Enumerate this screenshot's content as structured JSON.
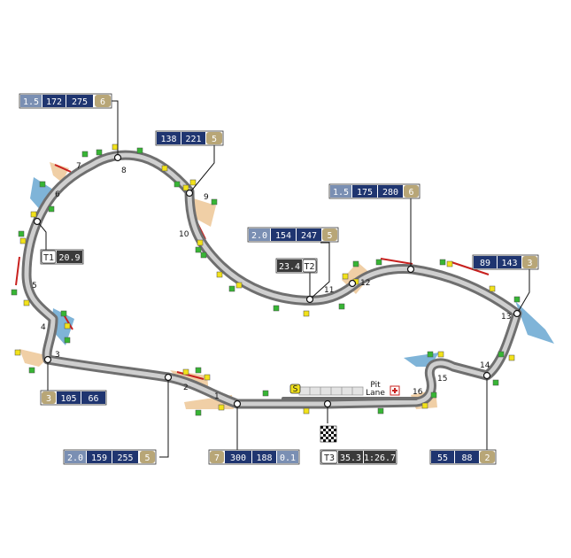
{
  "colors": {
    "track_outer": "#6f6f6f",
    "track_inner": "#cfcfcf",
    "runoff_sand": "#f0cfa6",
    "runoff_blue": "#7fb4d8",
    "kerb_red": "#c8201e",
    "marshal_green": "#37b534",
    "marshal_yellow": "#f2e21a",
    "box_gear": "#b8a677",
    "box_speed": "#1f3570",
    "box_light": "#7a8fb3",
    "box_dark": "#3a3a3a"
  },
  "pit_lane": {
    "label_line1": "Pit",
    "label_line2": "Lane"
  },
  "sector_marker": "S",
  "turns": [
    "1",
    "2",
    "3",
    "4",
    "5",
    "6",
    "7",
    "8",
    "9",
    "10",
    "11",
    "12",
    "13",
    "14",
    "15",
    "16"
  ],
  "info_boxes": [
    {
      "id": "t8",
      "items": [
        "1.5",
        "172",
        "275",
        "6"
      ]
    },
    {
      "id": "t9",
      "items": [
        "138",
        "221",
        "5"
      ]
    },
    {
      "id": "t12",
      "items": [
        "1.5",
        "175",
        "280",
        "6"
      ]
    },
    {
      "id": "t11",
      "items": [
        "2.0",
        "154",
        "247",
        "5"
      ]
    },
    {
      "id": "t2s",
      "items": [
        "23.4",
        "T2"
      ]
    },
    {
      "id": "t1s",
      "items": [
        "T1",
        "20.9"
      ]
    },
    {
      "id": "t13",
      "items": [
        "89",
        "143",
        "3"
      ]
    },
    {
      "id": "t3",
      "items": [
        "3",
        "105",
        "66"
      ]
    },
    {
      "id": "t2",
      "items": [
        "2.0",
        "159",
        "255",
        "5"
      ]
    },
    {
      "id": "t1",
      "items": [
        "7",
        "300",
        "188",
        "0.1"
      ]
    },
    {
      "id": "t3s",
      "items": [
        "T3",
        "35.3",
        "1:26.7"
      ]
    },
    {
      "id": "t14",
      "items": [
        "55",
        "88",
        "2"
      ]
    }
  ]
}
